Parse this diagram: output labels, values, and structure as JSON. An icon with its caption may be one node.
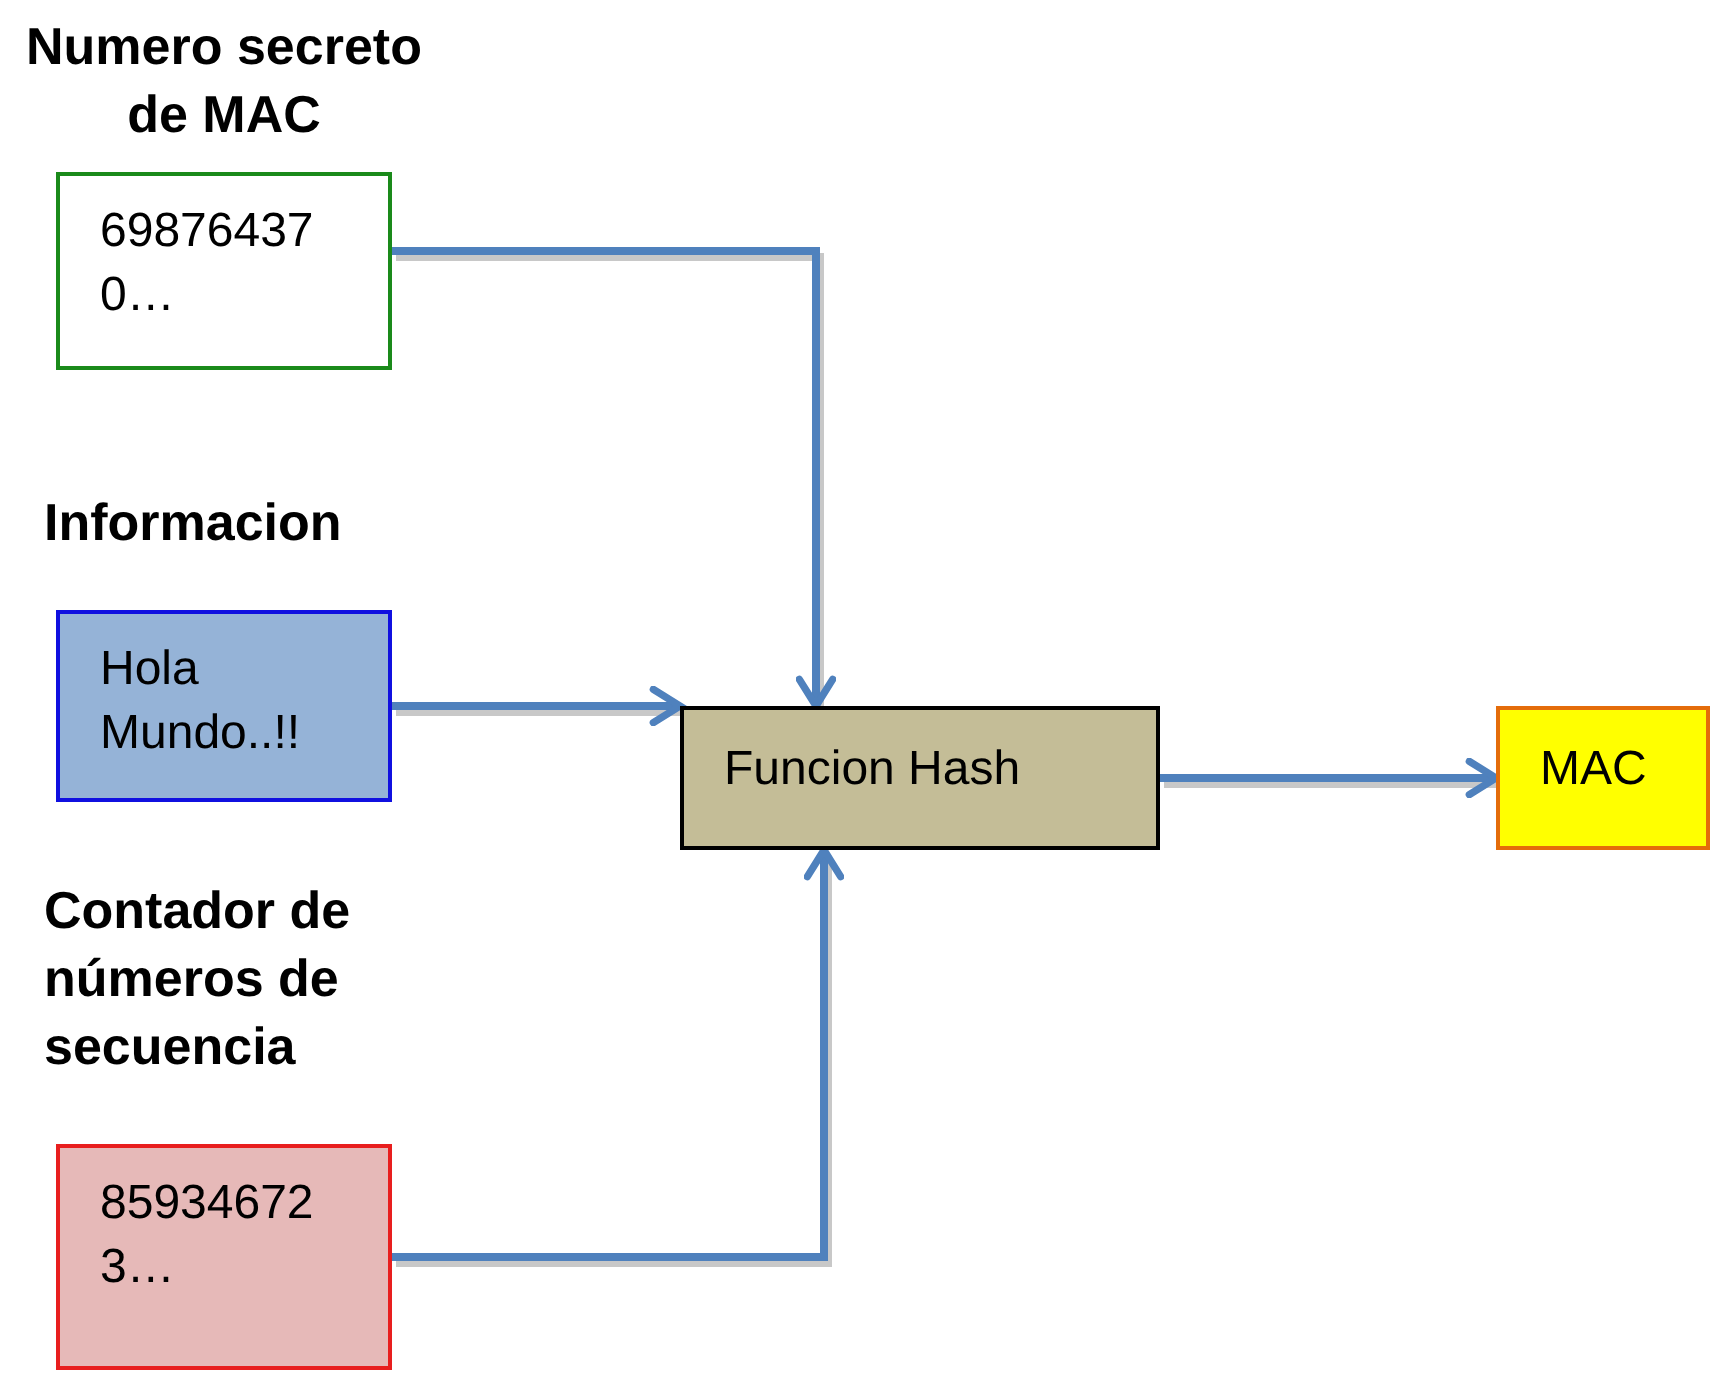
{
  "diagram": {
    "nodes": [
      {
        "text": [
          "Numero secreto de MAC",
          "698764370…"
        ]
      },
      {
        "text": [
          "Informacion",
          "Hola Mundo..!!"
        ]
      },
      {
        "text": [
          "Contador de números de secuencia",
          "859346723…"
        ]
      },
      {
        "text": [
          "Funcion Hash"
        ]
      },
      {
        "text": [
          "MAC"
        ]
      }
    ],
    "edges": [
      {
        "from": 0,
        "to": 3,
        "arrow": "to"
      },
      {
        "from": 1,
        "to": 3,
        "arrow": "to"
      },
      {
        "from": 2,
        "to": 3,
        "arrow": "to"
      },
      {
        "from": 3,
        "to": 4,
        "arrow": "to"
      }
    ]
  }
}
